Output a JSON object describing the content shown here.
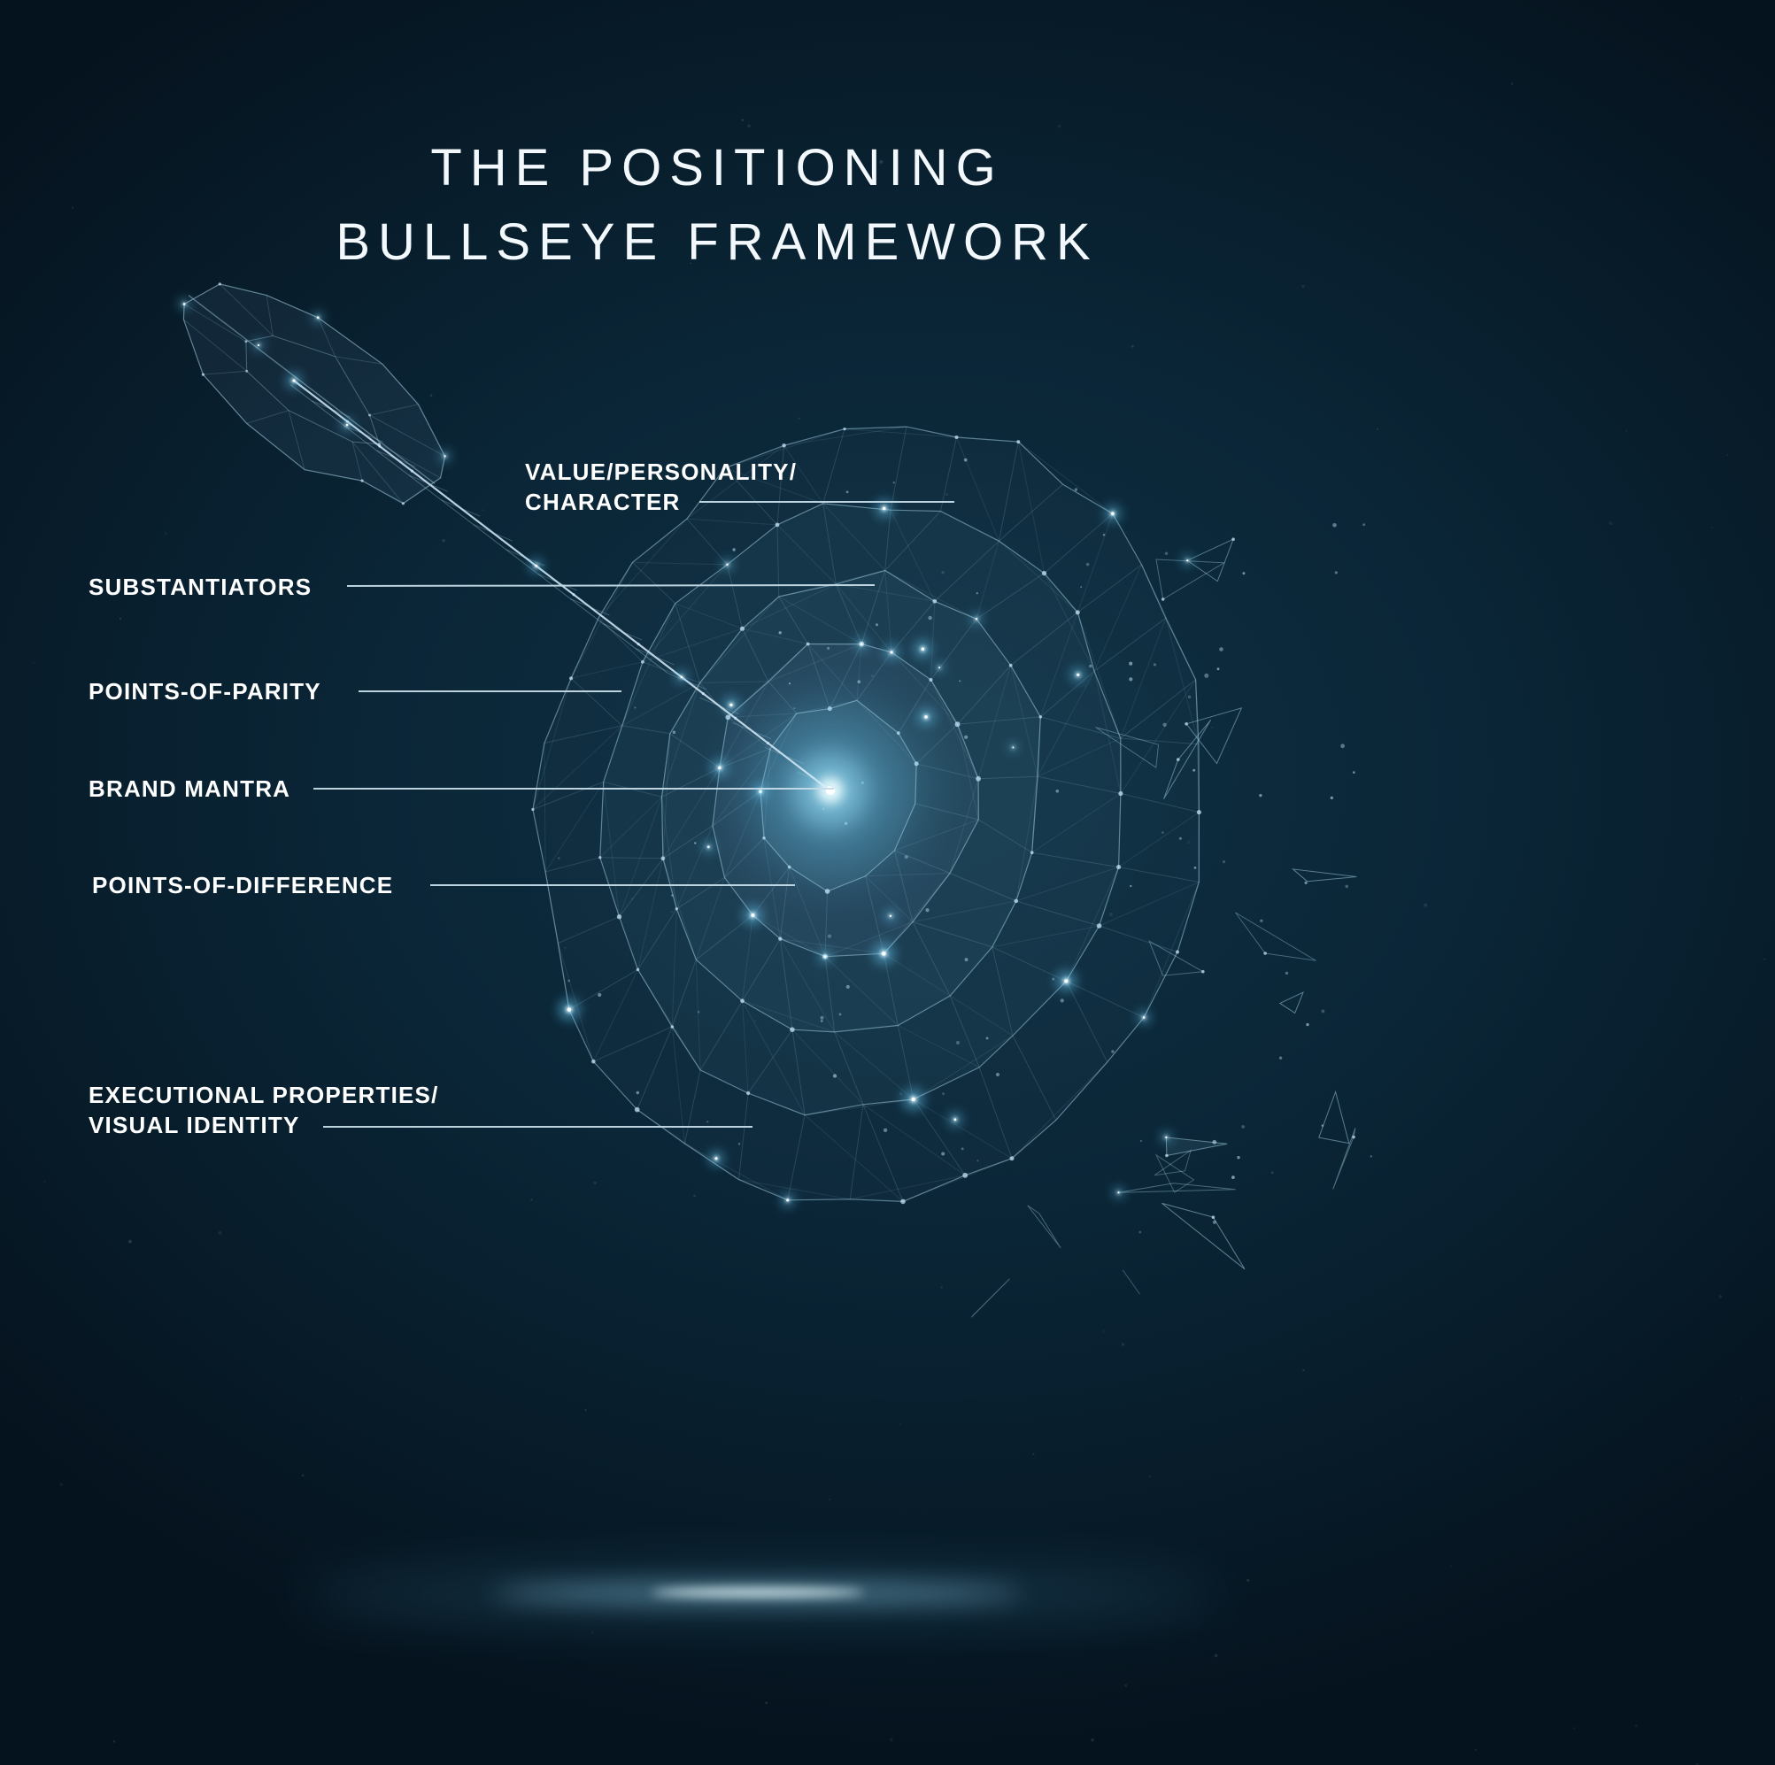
{
  "title": {
    "line1": "THE POSITIONING",
    "line2": "BULLSEYE FRAMEWORK"
  },
  "labels": {
    "value_personality": {
      "line1": "VALUE/PERSONALITY/",
      "line2": "CHARACTER"
    },
    "substantiators": "SUBSTANTIATORS",
    "points_of_parity": "POINTS-OF-PARITY",
    "brand_mantra": "BRAND MANTRA",
    "points_of_difference": "POINTS-OF-DIFFERENCE",
    "executional": {
      "line1": "EXECUTIONAL PROPERTIES/",
      "line2": "VISUAL IDENTITY"
    }
  },
  "colors": {
    "background_center": "#0e3143",
    "background_mid": "#0a2536",
    "background_edge": "#05131e",
    "accent_glow": "#6fd4ff",
    "wireframe": "#a9d6e8",
    "leader_line": "#c6dde8",
    "text": "#ffffff",
    "title_text": "#f2f8fb"
  }
}
